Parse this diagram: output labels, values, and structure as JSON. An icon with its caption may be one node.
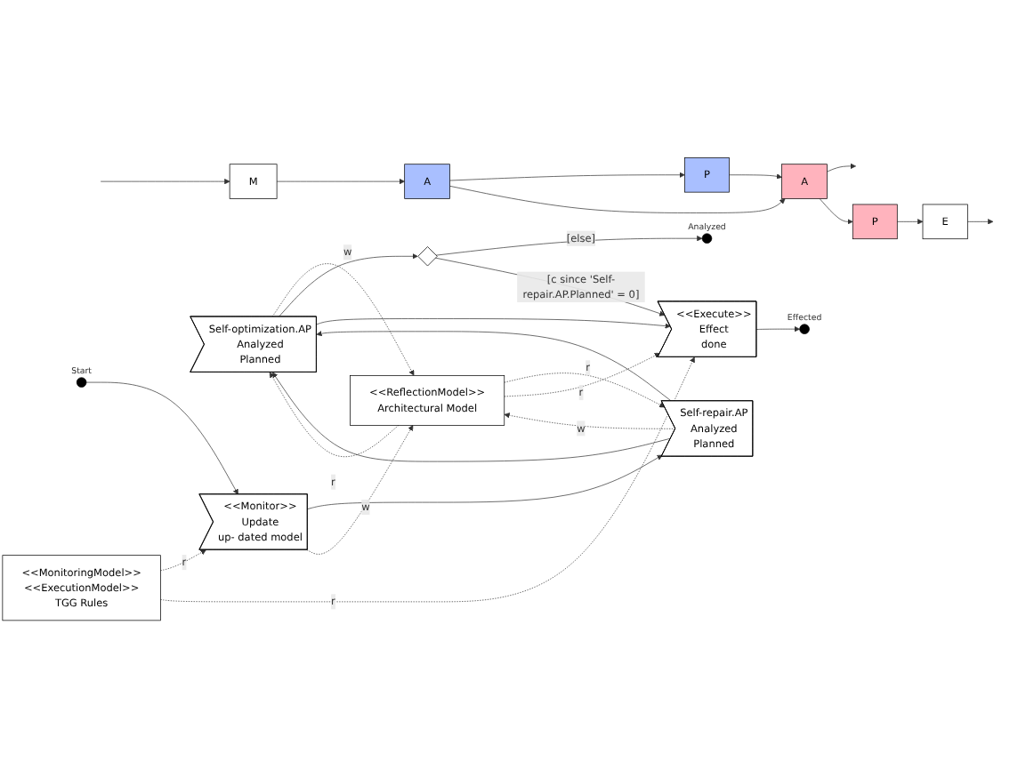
{
  "diagram": {
    "nodes": [
      {
        "text": [
          "A"
        ]
      },
      {
        "text": [
          "P"
        ]
      },
      {
        "text": [
          "A"
        ]
      },
      {
        "text": [
          "P"
        ]
      },
      {
        "text": [
          "M"
        ]
      },
      {
        "text": [
          "E"
        ]
      },
      {
        "text": [],
        "shape": "circle",
        "beside": [
          "Analyzed"
        ]
      },
      {
        "text": [
          "Self-optimization.AP",
          "Analyzed",
          "Planned"
        ]
      },
      {
        "text": [],
        "shape": "diamond"
      },
      {
        "text": [
          "Self-repair.AP",
          "Analyzed",
          "Planned"
        ]
      },
      {
        "text": [
          "<<ReflectionModel>>",
          "Architectural Model"
        ]
      },
      {
        "text": [
          "<<Execute>>",
          "Effect",
          "done"
        ]
      },
      {
        "text": [
          "<<Monitor>>",
          "Update",
          "up- dated model"
        ]
      },
      {
        "text": [],
        "shape": "circle",
        "beside": [
          "Effected"
        ]
      },
      {
        "text": [
          "<<MonitoringModel>>",
          "<<ExecutionModel>>",
          "TGG Rules"
        ]
      },
      {
        "text": [],
        "shape": "circle",
        "beside": [
          "Start"
        ]
      }
    ],
    "edges": [
      {
        "from": null,
        "to": 4,
        "arrow": "to"
      },
      {
        "from": 4,
        "to": 0,
        "arrow": "to"
      },
      {
        "from": 0,
        "to": 1,
        "arrow": "to"
      },
      {
        "from": 0,
        "to": 2,
        "arrow": "to"
      },
      {
        "from": 1,
        "to": 2,
        "arrow": "to"
      },
      {
        "from": 2,
        "to": null,
        "arrow": "to"
      },
      {
        "from": 2,
        "to": 3,
        "arrow": "to"
      },
      {
        "from": 3,
        "to": 5,
        "arrow": "to"
      },
      {
        "from": 5,
        "to": null,
        "arrow": "to"
      },
      {
        "from": 15,
        "to": 12,
        "arrow": "to"
      },
      {
        "from": 12,
        "to": 9,
        "arrow": "to"
      },
      {
        "from": 12,
        "to": 10,
        "arrow": "to",
        "style": "dashed",
        "label": "w"
      },
      {
        "from": 14,
        "to": 12,
        "arrow": "to",
        "style": "dashed",
        "label": "r"
      },
      {
        "from": 9,
        "to": 7,
        "arrow": "to"
      },
      {
        "from": 9,
        "to": 7,
        "arrow": "to"
      },
      {
        "from": 10,
        "to": 9,
        "arrow": "to",
        "style": "dashed",
        "label": "r"
      },
      {
        "from": 9,
        "to": 10,
        "arrow": "to",
        "style": "dashed",
        "label": "w"
      },
      {
        "from": 10,
        "to": 7,
        "arrow": "to",
        "style": "dashed",
        "label": "r"
      },
      {
        "from": 7,
        "to": 10,
        "arrow": "to",
        "style": "dashed",
        "label": "w"
      },
      {
        "from": 7,
        "to": 8,
        "arrow": "to"
      },
      {
        "from": 8,
        "to": 6,
        "arrow": "to",
        "label": "[else]"
      },
      {
        "from": 8,
        "to": 11,
        "arrow": "to",
        "label": "[c since 'Self-repair.AP.Planned' = 0]"
      },
      {
        "from": 7,
        "to": 11,
        "arrow": "to"
      },
      {
        "from": 10,
        "to": 11,
        "arrow": "to",
        "style": "dashed",
        "label": "r"
      },
      {
        "from": 14,
        "to": 11,
        "arrow": "to",
        "style": "dashed",
        "label": "r"
      },
      {
        "from": 11,
        "to": 13,
        "arrow": "to"
      }
    ]
  }
}
